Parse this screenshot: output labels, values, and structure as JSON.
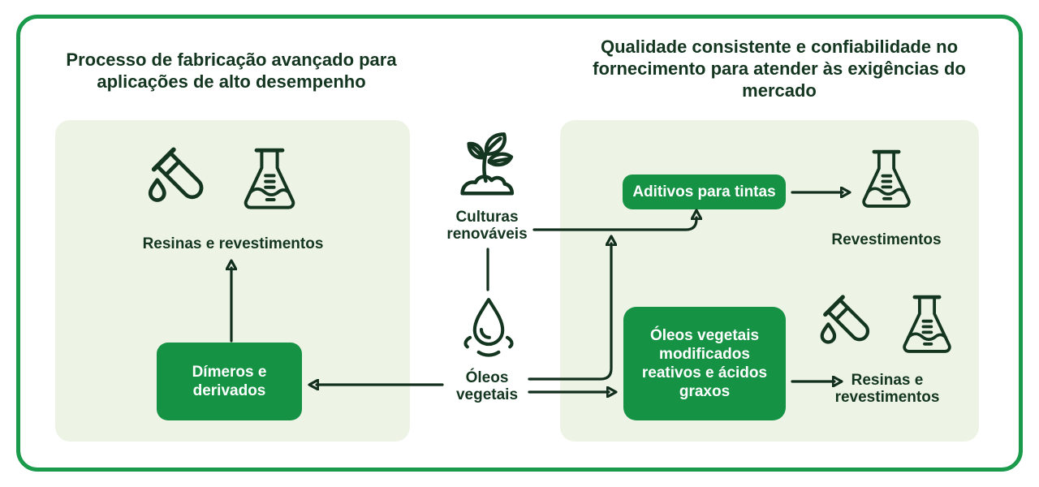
{
  "colors": {
    "border_green": "#1a9a4b",
    "node_green": "#169245",
    "panel_bg": "#edf4e6",
    "ink_dark": "#143620",
    "line_dark": "#122e1c",
    "node_text": "#ffffff",
    "page_bg": "#ffffff"
  },
  "left_section": {
    "title": "Processo de fabricação avançado para aplicações de alto desempenho",
    "output_label": "Resinas e revestimentos",
    "node": "Dímeros e derivados"
  },
  "center": {
    "crops_label": "Culturas renováveis",
    "oils_label": "Óleos vegetais"
  },
  "right_section": {
    "title": "Qualidade consistente e confiabilidade no fornecimento para atender às exigências do mercado",
    "paint_additives_node": "Aditivos para tintas",
    "coatings_label": "Revestimentos",
    "modified_oils_node": "Óleos vegetais modificados reativos e ácidos graxos",
    "resins_label": "Resinas e revestimentos"
  },
  "icons": {
    "test_tube": "test-tube-with-drop-icon",
    "flask": "erlenmeyer-flask-icon",
    "plant": "seedling-icon",
    "droplet": "oil-drop-icon"
  }
}
